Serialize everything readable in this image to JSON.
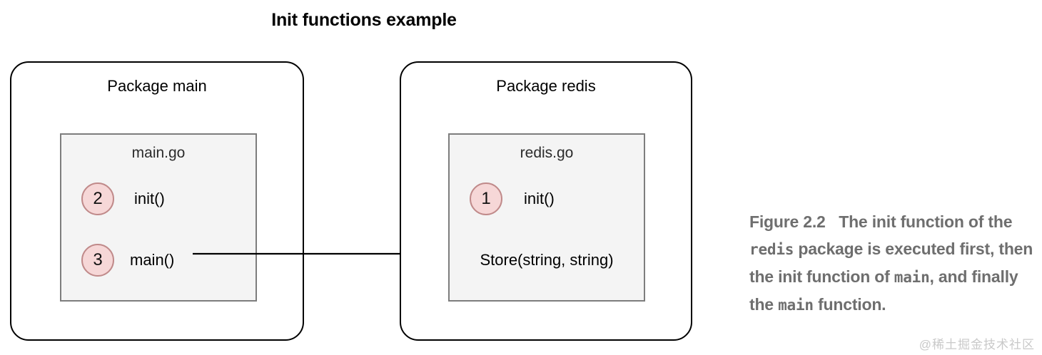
{
  "diagram": {
    "title": "Init functions example",
    "packages": [
      {
        "name": "Package main",
        "file": "main.go",
        "functions": [
          {
            "step": "2",
            "label": "init()"
          },
          {
            "step": "3",
            "label": "main()"
          }
        ]
      },
      {
        "name": "Package redis",
        "file": "redis.go",
        "functions": [
          {
            "step": "1",
            "label": "init()"
          }
        ],
        "exported": "Store(string, string)"
      }
    ],
    "arrow": {
      "from": "main()",
      "to": "Store(string, string)"
    },
    "colors": {
      "step_circle_fill": "#f6d7d7",
      "step_circle_border": "#c08a8a",
      "file_box_fill": "#f4f4f4",
      "file_box_border": "#7d7d7d",
      "package_box_border": "#000000",
      "caption_text": "#6e6e6e",
      "watermark_text": "#c9c9c9"
    }
  },
  "caption": {
    "figure_number": "Figure 2.2",
    "part1": "The init function of the ",
    "code1": "redis",
    "part2": " package is executed first, then the init function of ",
    "code2": "main",
    "part3": ", and finally the ",
    "code3": "main",
    "part4": " function."
  },
  "watermark": {
    "text": "@稀土掘金技术社区"
  }
}
